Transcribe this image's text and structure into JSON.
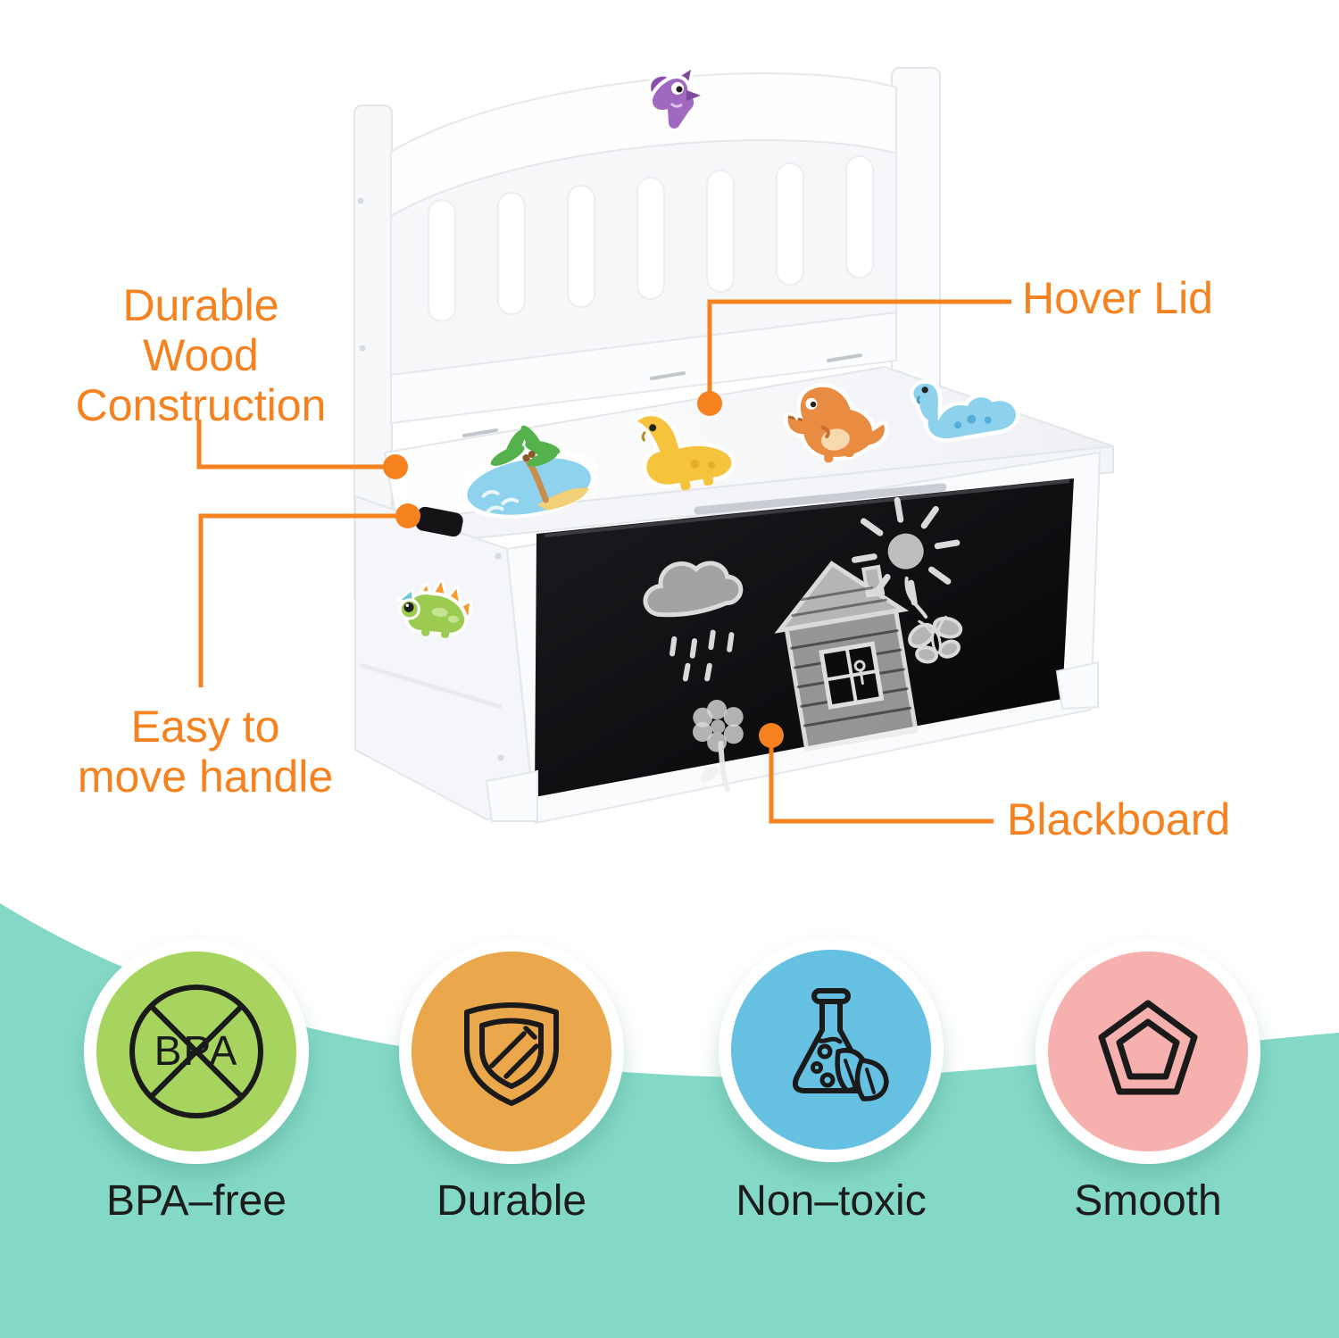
{
  "colors": {
    "accent": "#F5821F",
    "band": "#83D8C6",
    "bpa_green": "#A7D45F",
    "durable_orange": "#EAA74B",
    "nontoxic_blue": "#66C0E2",
    "smooth_pink": "#F6B0AD",
    "ink": "#1A1A1A",
    "chalk": "#ECECEC"
  },
  "callouts": {
    "durable_wood": {
      "lines": [
        "Durable",
        "Wood",
        "Construction"
      ]
    },
    "hover_lid": {
      "label": "Hover Lid"
    },
    "easy_move": {
      "lines": [
        "Easy to",
        "move handle"
      ]
    },
    "blackboard": {
      "label": "Blackboard"
    }
  },
  "badges": [
    {
      "label": "BPA–free",
      "icon": "no-bpa-icon",
      "icon_text": "BPA",
      "color": "#A7D45F"
    },
    {
      "label": "Durable",
      "icon": "shield-icon",
      "color": "#EAA74B"
    },
    {
      "label": "Non–toxic",
      "icon": "flask-leaves-icon",
      "color": "#66C0E2"
    },
    {
      "label": "Smooth",
      "icon": "pentagon-icon",
      "color": "#F6B0AD"
    }
  ]
}
